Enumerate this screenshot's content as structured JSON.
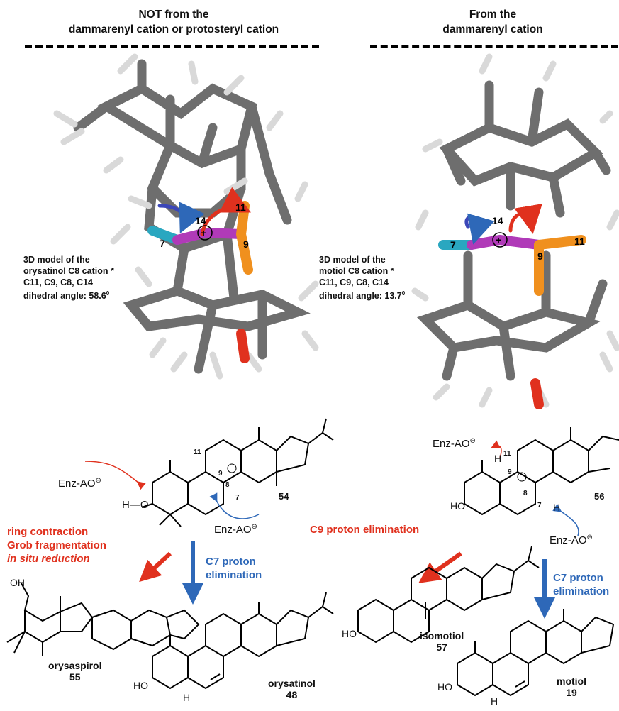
{
  "headers": {
    "left_line1": "NOT from the",
    "left_line2": "dammarenyl cation or protosteryl cation",
    "right_line1": "From the",
    "right_line2": "dammarenyl cation"
  },
  "left_model": {
    "caption1": "3D model of the",
    "caption2": "orysatinol  C8 cation *",
    "caption3": "C11, C9, C8, C14",
    "caption4_prefix": "dihedral angle: 58.6",
    "caption4_sup": "0",
    "atom_labels": [
      "14",
      "11",
      "7",
      "9",
      "+"
    ]
  },
  "right_model": {
    "caption1": "3D model of the",
    "caption2": "motiol  C8 cation *",
    "caption3": "C11, C9, C8, C14",
    "caption4_prefix": "dihedral angle: 13.7",
    "caption4_sup": "0",
    "atom_labels": [
      "14",
      "11",
      "7",
      "9",
      "+"
    ]
  },
  "left_scheme": {
    "enz_top": "Enz-AO",
    "enz_bottom": "Enz-AO",
    "h_o": "H",
    "o": "O",
    "cation_label": "54",
    "num_11": "11",
    "num_9": "9",
    "num_8": "8",
    "num_7": "7",
    "red_path1": "ring contraction",
    "red_path2": "Grob fragmentation",
    "red_path3": "in situ reduction",
    "blue_path1": "C7 proton",
    "blue_path2": "elimination",
    "product1_name": "orysaspirol",
    "product1_num": "55",
    "product1_oh": "OH",
    "product2_name": "orysatinol",
    "product2_num": "48",
    "ho": "HO",
    "h": "H"
  },
  "right_scheme": {
    "enz_top": "Enz-AO",
    "enz_bottom": "Enz-AO",
    "cation_label": "56",
    "num_11": "11",
    "num_9": "9",
    "num_8": "8",
    "num_7": "7",
    "h_top": "H",
    "h_bottom": "H",
    "red_path1": "C9 proton elimination",
    "blue_path1": "C7 proton",
    "blue_path2": "elimination",
    "product1_name": "isomotiol",
    "product1_num": "57",
    "product2_name": "motiol",
    "product2_num": "19",
    "ho": "HO",
    "h": "H"
  },
  "colors": {
    "red": "#e0311e",
    "blue": "#2e68b8",
    "magenta": "#b03ab8",
    "cyan": "#2aa7c0",
    "orange": "#f0901e",
    "grey": "#808080"
  }
}
